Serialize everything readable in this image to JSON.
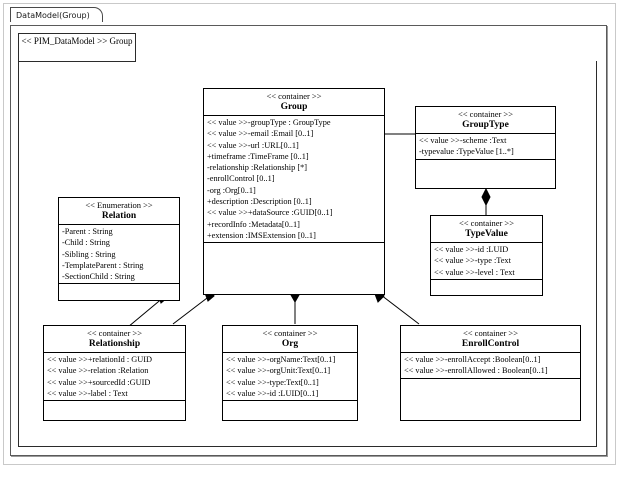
{
  "window": {
    "tab_label": "DataModel(Group)"
  },
  "package": {
    "stereotype": "<< PIM_DataModel >>",
    "name": "Group"
  },
  "classes": [
    {
      "id": "group",
      "stereotype": "<< container  >>",
      "name": "Group",
      "attributes": [
        "<< value  >>-groupType : GroupType",
        "<< value  >>-email :Email [0..1]",
        "<< value  >>-url :URL[0..1]",
        "+timeframe  :TimeFrame [0..1]",
        "-relationship  :Relationship  [*]",
        "-enrollControl  [0..1]",
        "-org :Org[0..1]",
        "+description :Description [0..1]",
        "<< value  >>+dataSource :GUID[0..1]",
        "+recordInfo :Metadata[0..1]",
        "+extension :IMSExtension [0..1]"
      ]
    },
    {
      "id": "grouptype",
      "stereotype": "<< container  >>",
      "name": "GroupType",
      "attributes": [
        "<< value  >>-scheme :Text",
        "-typevalue  :TypeValue [1..*]"
      ]
    },
    {
      "id": "typevalue",
      "stereotype": "<< container  >>",
      "name": "TypeValue",
      "attributes": [
        "<< value  >>-id :LUID",
        "<< value  >>-type :Text",
        "<< value  >>-level : Text"
      ]
    },
    {
      "id": "relation",
      "stereotype": "<< Enumeration  >>",
      "name": "Relation",
      "attributes": [
        "-Parent : String",
        "-Child : String",
        "-Sibling  : String",
        "-TemplateParent  : String",
        "-SectionChild  : String"
      ]
    },
    {
      "id": "relationship",
      "stereotype": "<< container  >>",
      "name": "Relationship",
      "attributes": [
        "<< value  >>+relationId : GUID",
        "<< value  >>-relation  :Relation",
        "<< value  >>+sourcedId :GUID",
        "<< value  >>-label : Text"
      ]
    },
    {
      "id": "org",
      "stereotype": "<< container >>",
      "name": "Org",
      "attributes": [
        "<< value >>-orgName:Text[0..1]",
        "<< value >>-orgUnit:Text[0..1]",
        "<< value >>-type:Text[0..1]",
        "<< value >>-id :LUID[0..1]"
      ]
    },
    {
      "id": "enrollcontrol",
      "stereotype": "<< container >>",
      "name": "EnrollControl",
      "attributes": [
        "<< value >>-enrollAccept :Boolean[0..1]",
        "<< value >>-enrollAllowed : Boolean[0..1]"
      ]
    }
  ],
  "associations": [
    {
      "from": "group",
      "to": "grouptype",
      "kind": "composition"
    },
    {
      "from": "grouptype",
      "to": "typevalue",
      "kind": "composition"
    },
    {
      "from": "group",
      "to": "relationship",
      "kind": "composition"
    },
    {
      "from": "group",
      "to": "org",
      "kind": "composition"
    },
    {
      "from": "group",
      "to": "enrollcontrol",
      "kind": "composition"
    },
    {
      "from": "relationship",
      "to": "relation",
      "kind": "composition"
    }
  ],
  "colors": {
    "line": "#000000",
    "box_fill": "#ffffff",
    "frame": "#5a5a5a",
    "canvas": "#ffffff"
  }
}
